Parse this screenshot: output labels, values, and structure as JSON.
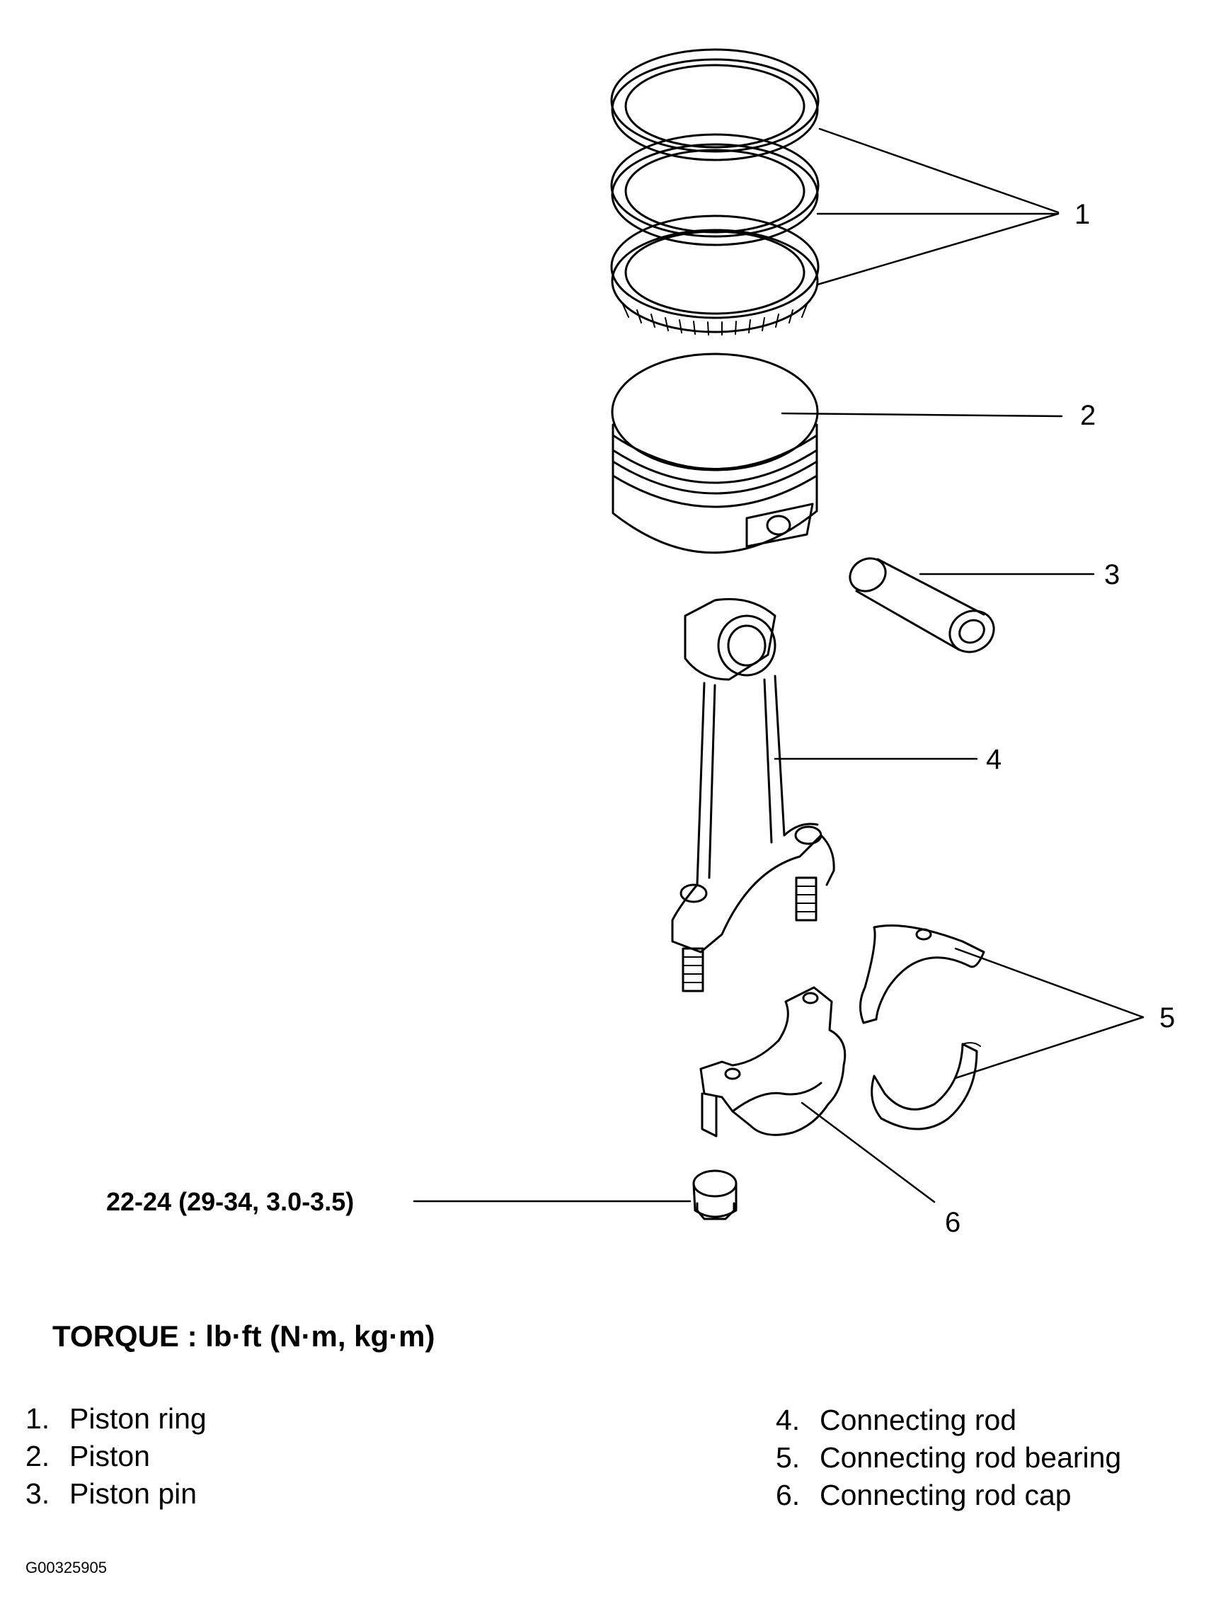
{
  "callouts": [
    "1",
    "2",
    "3",
    "4",
    "5",
    "6"
  ],
  "torque_spec": "22-24 (29-34, 3.0-3.5)",
  "torque_heading": "TORQUE : lb·ft (N·m, kg·m)",
  "legend_left": [
    {
      "num": "1.",
      "label": "Piston ring"
    },
    {
      "num": "2.",
      "label": "Piston"
    },
    {
      "num": "3.",
      "label": "Piston pin"
    }
  ],
  "legend_right": [
    {
      "num": "4.",
      "label": "Connecting rod"
    },
    {
      "num": "5.",
      "label": "Connecting rod bearing"
    },
    {
      "num": "6.",
      "label": "Connecting rod cap"
    }
  ],
  "figure_id": "G00325905"
}
